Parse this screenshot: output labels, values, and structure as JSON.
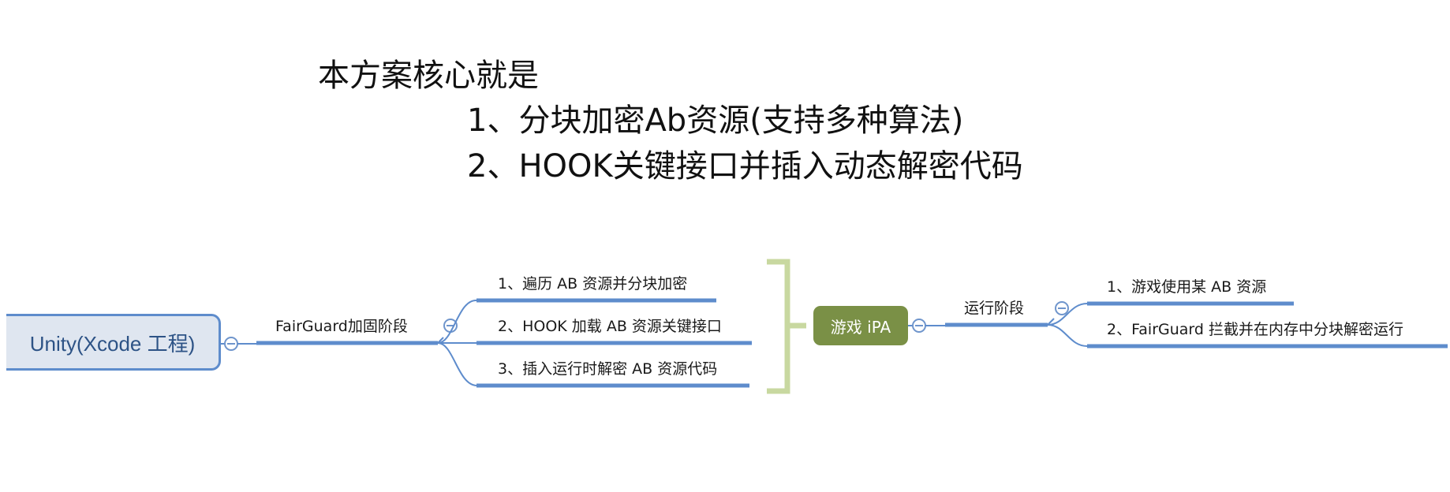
{
  "header": {
    "title": "本方案核心就是",
    "points": [
      "1、分块加密Ab资源(支持多种算法)",
      "2、HOOK关键接口并插入动态解密代码"
    ]
  },
  "mindmap": {
    "root": "Unity(Xcode 工程)",
    "left_branch": {
      "label": "FairGuard加固阶段",
      "items": [
        "1、遍历 AB 资源并分块加密",
        "2、HOOK 加载 AB 资源关键接口",
        "3、插入运行时解密 AB 资源代码"
      ]
    },
    "center": "游戏 iPA",
    "right_branch": {
      "label": "运行阶段",
      "items": [
        "1、游戏使用某 AB 资源",
        "2、FairGuard 拦截并在内存中分块解密运行"
      ]
    }
  },
  "colors": {
    "line": "#5e8ccc",
    "root_fill": "#dfe6f0",
    "ipa_fill": "#7a9046",
    "bracket": "#c8d8a0",
    "collapse_icon": "#6f95cc"
  }
}
